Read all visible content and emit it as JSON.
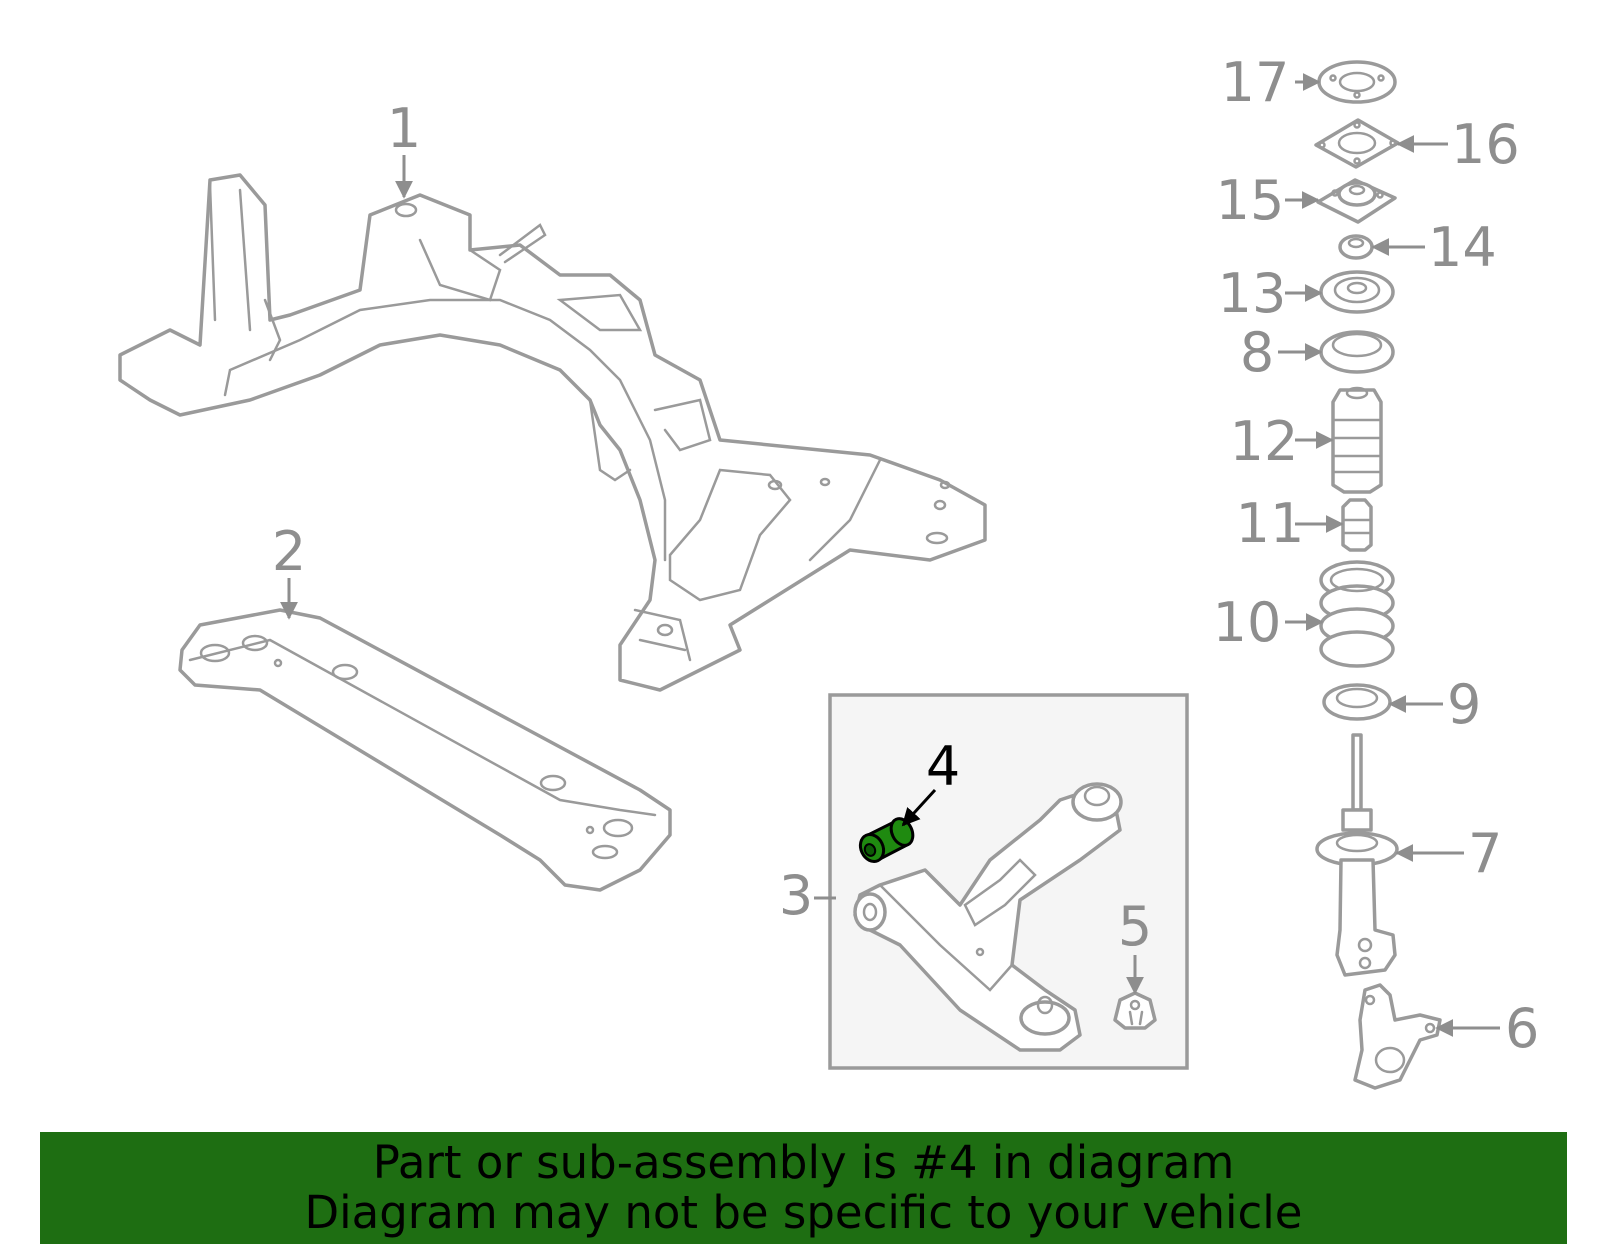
{
  "colors": {
    "line_art": "#9a9a9a",
    "label_text": "#8e8e8e",
    "highlight_part": "#1f8a10",
    "highlight_label": "#000000",
    "inset_background": "#f5f5f5",
    "banner": "#1e6e12"
  },
  "callouts": [
    "1",
    "2",
    "3",
    "4",
    "5",
    "6",
    "7",
    "8",
    "9",
    "10",
    "11",
    "12",
    "13",
    "14",
    "15",
    "16",
    "17"
  ],
  "highlighted_callout": "4",
  "banner": {
    "line1": "Part or sub-assembly is #4 in diagram",
    "line2": "Diagram may not be specific to your vehicle"
  }
}
